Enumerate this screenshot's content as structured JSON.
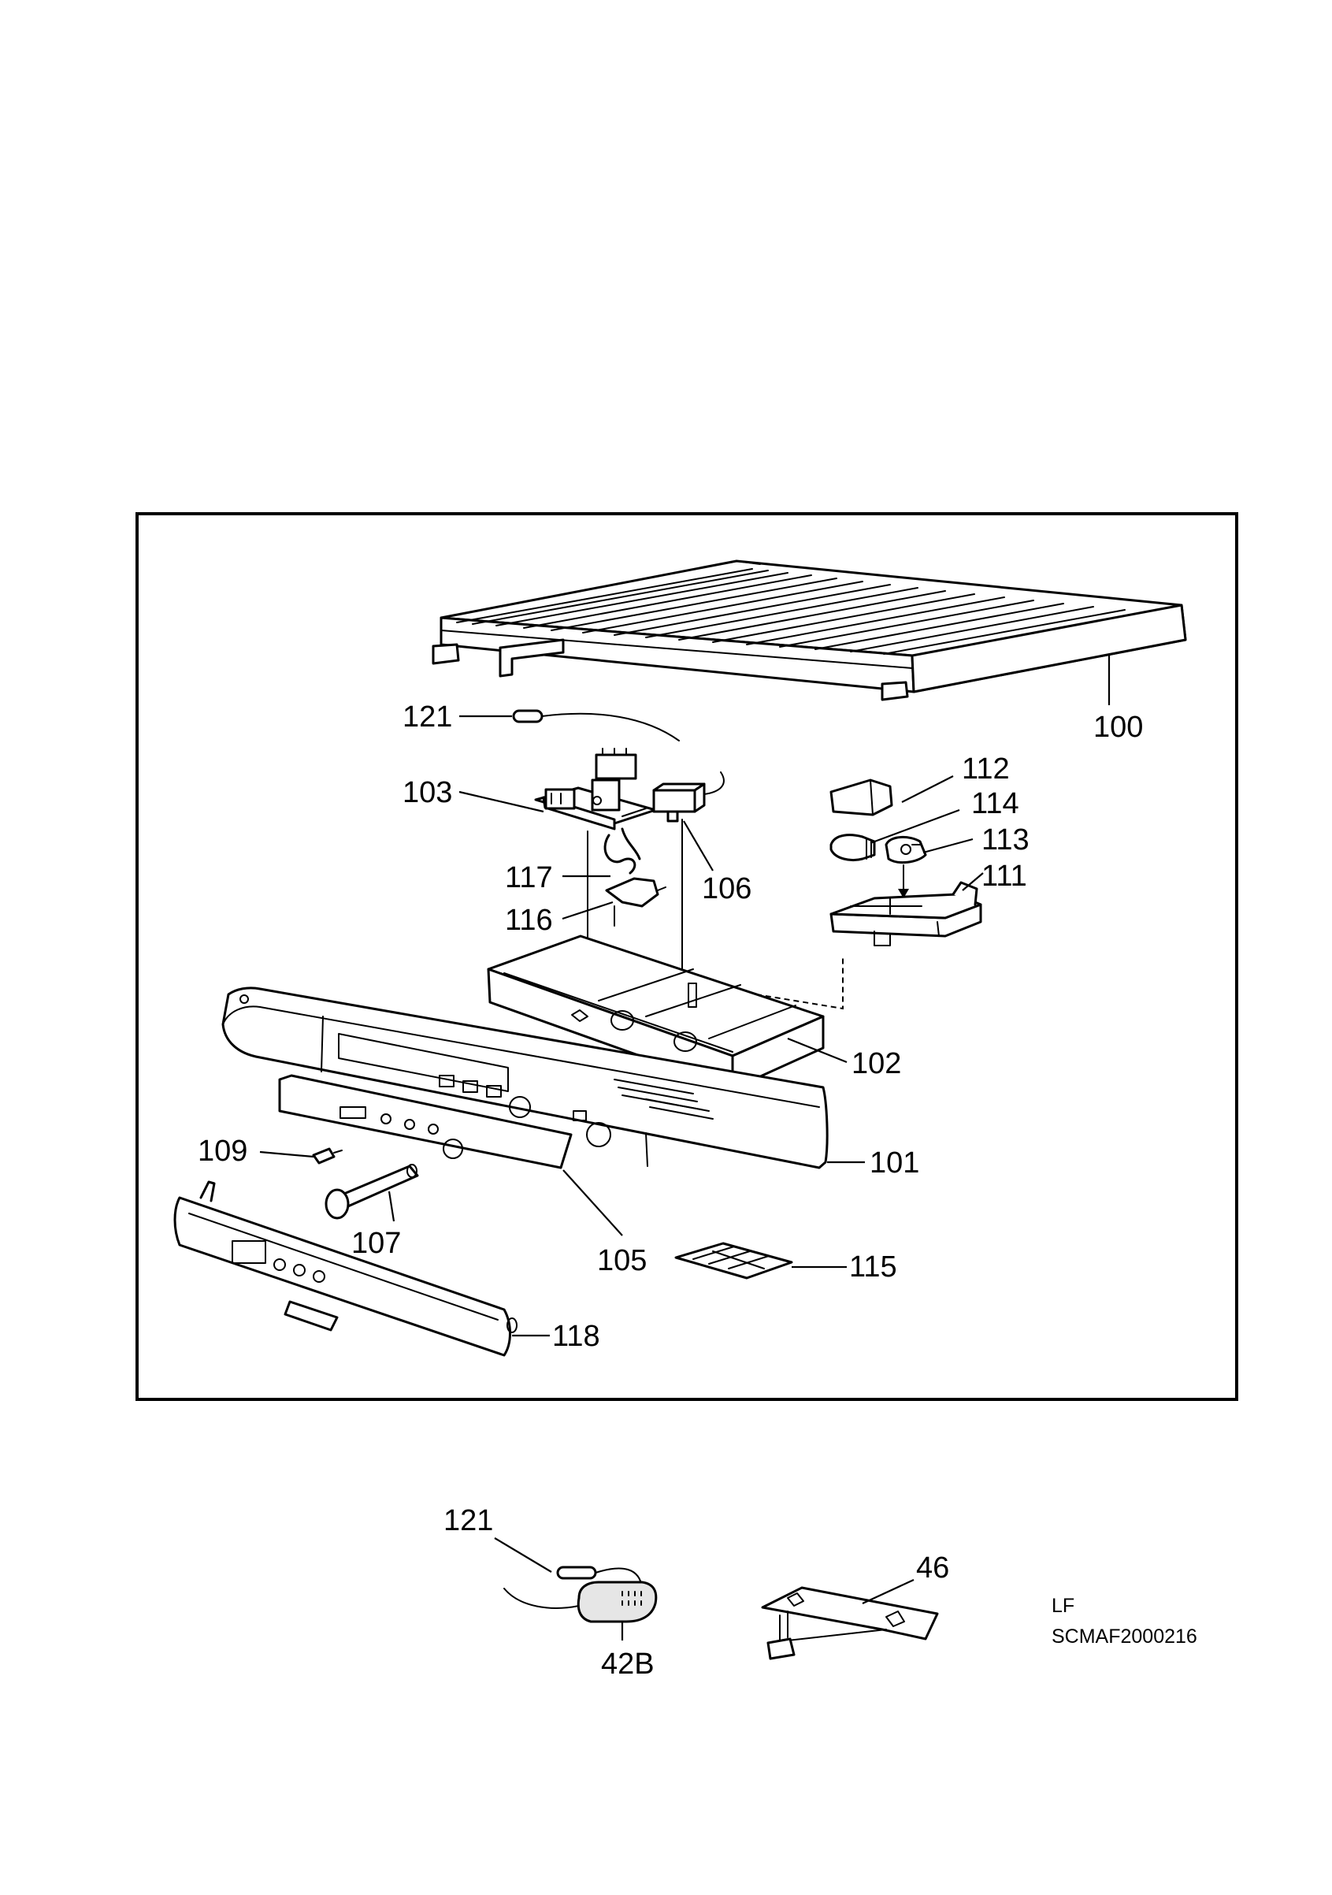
{
  "figure_code": "LF",
  "drawing_number": "SCMAF2000216",
  "callouts": {
    "c100": "100",
    "c101": "101",
    "c102": "102",
    "c103": "103",
    "c105": "105",
    "c106": "106",
    "c107": "107",
    "c109": "109",
    "c111": "111",
    "c112": "112",
    "c113": "113",
    "c114": "114",
    "c115": "115",
    "c116": "116",
    "c117": "117",
    "c118": "118",
    "c121": "121",
    "c121b": "121",
    "c42b": "42B",
    "c46": "46"
  }
}
